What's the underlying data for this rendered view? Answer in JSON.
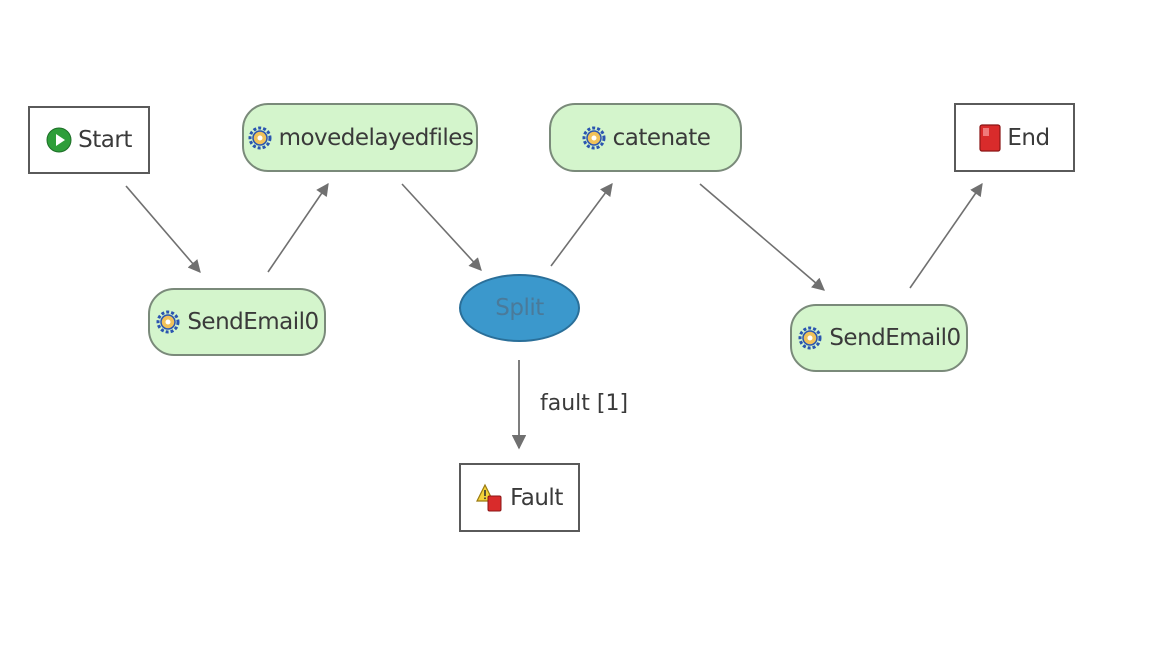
{
  "nodes": {
    "start": {
      "label": "Start",
      "icon": "start-icon"
    },
    "move": {
      "label": "movedelayedfiles",
      "icon": "gear-icon"
    },
    "catenate": {
      "label": "catenate",
      "icon": "gear-icon"
    },
    "end": {
      "label": "End",
      "icon": "stop-icon"
    },
    "send1": {
      "label": "SendEmail0",
      "icon": "gear-icon"
    },
    "split": {
      "label": "Split"
    },
    "send2": {
      "label": "SendEmail0",
      "icon": "gear-icon"
    },
    "fault": {
      "label": "Fault",
      "icon": "warning-icon"
    }
  },
  "edges": [
    {
      "from": "start",
      "to": "send1"
    },
    {
      "from": "send1",
      "to": "move"
    },
    {
      "from": "move",
      "to": "split"
    },
    {
      "from": "split",
      "to": "catenate"
    },
    {
      "from": "catenate",
      "to": "send2"
    },
    {
      "from": "send2",
      "to": "end"
    },
    {
      "from": "split",
      "to": "fault",
      "label": "fault [1]"
    }
  ],
  "colors": {
    "activity_fill": "#d4f5cc",
    "split_fill": "#3b98cc",
    "edge": "#707070",
    "start_icon": "#2e9e3a",
    "stop_icon": "#d92b2b"
  }
}
